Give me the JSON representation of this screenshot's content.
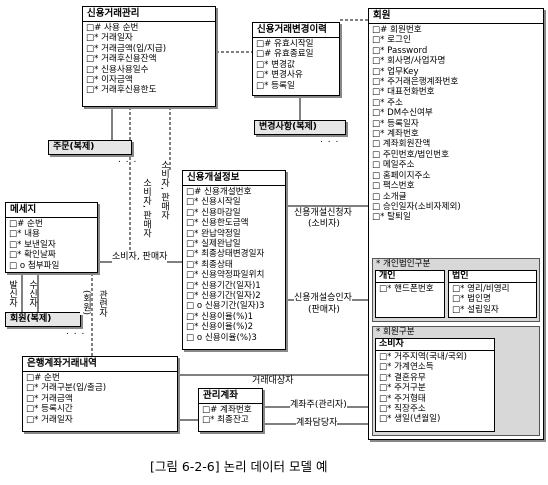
{
  "entities": {
    "credit_mgmt": {
      "title": "신용거래관리",
      "attrs": [
        "□# 사용 순번",
        "□* 거래일자",
        "□* 거래금액(입/지급)",
        "□* 거래후신용잔액",
        "□* 신용사용일수",
        "□* 이자금액",
        "□* 거래후신용한도"
      ]
    },
    "credit_hist": {
      "title": "신용거래변경이력",
      "attrs": [
        "□# 유효시작일",
        "□# 유효종료일",
        "□* 변경값",
        "□* 변경사유",
        "□* 등록일"
      ]
    },
    "member": {
      "title": "회원",
      "attrs": [
        "□# 회원번호",
        "□* 로그인",
        "□* Password",
        "□* 회사명/사업자명",
        "□* 업무Key",
        "□* 주거래은행계좌번호",
        "□* 대표전화번호",
        "□* 주소",
        "□* DM수신여부",
        "□* 등록일자",
        "□* 계좌번호",
        "□ 계좌회원잔액",
        "□ 주민번호/법인번호",
        "□ 메일주소",
        "□ 홈페이지주소",
        "□ 팩스번호",
        "□ 소개글",
        "□ 승인일자(소비자제외)",
        "□* 탈퇴일"
      ]
    },
    "credit_info": {
      "title": "신용개설정보",
      "attrs": [
        "□# 신용개설번호",
        "□* 신용시작일",
        "□* 신용마감일",
        "□* 신용한도금액",
        "□* 완납약정일",
        "□* 실제완납일",
        "□* 최종상태변경일자",
        "□* 최종상태",
        "□* 신용약정파일위치",
        "□* 신용기간(일자)1",
        "□* 신용기간(일자)2",
        "□ o 신용기간(일자)3",
        "□* 신용이율(%)1",
        "□* 신용이율(%)2",
        "□ o 신용이율(%)3"
      ]
    },
    "message": {
      "title": "메세지",
      "attrs": [
        "□# 순번",
        "□* 내용",
        "□* 보낸일자",
        "□* 확인날짜",
        "□ o 첨부파일"
      ]
    },
    "bank_tx": {
      "title": "은행계좌거래내역",
      "attrs": [
        "□# 순번",
        "□* 거래구분(입/출금)",
        "□* 거래금액",
        "□* 등록시간",
        "□* 거래일자"
      ]
    },
    "account": {
      "title": "관리계좌",
      "attrs": [
        "□# 계좌번호",
        "□* 최종잔고"
      ]
    }
  },
  "refs": {
    "order": "주문(복제)",
    "change": "변경사항(복제)",
    "member_dup": "회원(복제)"
  },
  "member_groups": {
    "type_label": "* 개인법인구분",
    "individual": {
      "title": "개인",
      "attrs": [
        "□* 핸드폰번호"
      ]
    },
    "corporate": {
      "title": "법인",
      "attrs": [
        "□* 영리/비영리",
        "□* 법인명",
        "□* 설립일자"
      ]
    },
    "kind_label": "* 회원구분",
    "consumer": {
      "title": "소비자",
      "attrs": [
        "□* 거주지역(국내/국외)",
        "□* 가계연소득",
        "□* 결혼유무",
        "□* 주거구분",
        "□* 주거형태",
        "□* 직장주소",
        "□* 생일(년월일)"
      ]
    }
  },
  "relations": {
    "consumer_seller_1": "소비자, 판매자",
    "consumer_seller_2": "소비자, 판매자",
    "credit_open_applicant": "신용개설신청자",
    "credit_open_applicant_role": "(소비자)",
    "credit_open_approver": "신용개설승인자",
    "credit_open_approver_role": "(판매자)",
    "sender": "발신자",
    "receiver": "수신자",
    "rel_person": "관련자",
    "rel_person_role": "(회원)",
    "tx_party": "거래대상자",
    "acct_owner": "계좌주(관리자)",
    "acct_manager": "계좌담당자"
  },
  "ellipsis": ". . .",
  "caption": "[그림 6-2-6] 논리 데이터 모델 예"
}
